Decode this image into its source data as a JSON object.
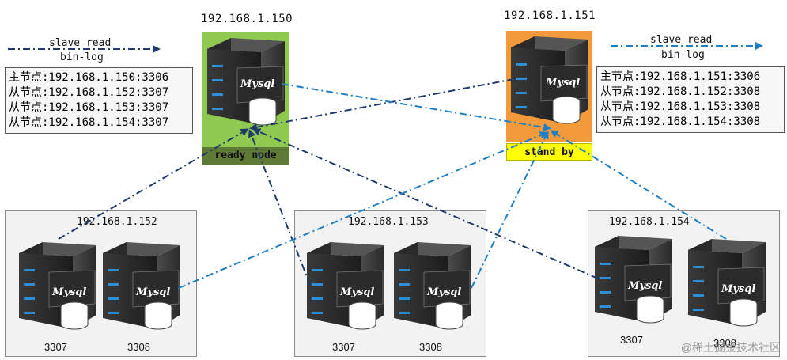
{
  "master": {
    "ip": "192.168.1.150",
    "status": "ready node",
    "color": "#8fc94f",
    "status_color": "#5f7a35"
  },
  "standby": {
    "ip": "192.168.1.151",
    "status": "stand by",
    "color": "#f39a3c",
    "status_color": "#ffff00"
  },
  "legend_left": {
    "line1": "slave read",
    "line2": "bin-log",
    "color": "#1f3a6b"
  },
  "legend_right": {
    "line1": "slave read",
    "line2": "bin-log",
    "color": "#1e7fc4"
  },
  "info_left": [
    "主节点:192.168.1.150:3306",
    "从节点:192.168.1.152:3307",
    "从节点:192.168.1.153:3307",
    "从节点:192.168.1.154:3307"
  ],
  "info_right": [
    "主节点:192.168.1.151:3306",
    "从节点:192.168.1.152:3308",
    "从节点:192.168.1.153:3308",
    "从节点:192.168.1.154:3308"
  ],
  "groups": [
    {
      "title": "192.168.1.152",
      "ports": [
        "3307",
        "3308"
      ]
    },
    {
      "title": "192.168.1.153",
      "ports": [
        "3307",
        "3308"
      ]
    },
    {
      "title": "192.168.1.154",
      "ports": [
        "3307",
        "3308"
      ]
    }
  ],
  "server_label": "Mysql",
  "watermark": "@稀土掘金技术社区",
  "icon": "server-with-database-icon"
}
